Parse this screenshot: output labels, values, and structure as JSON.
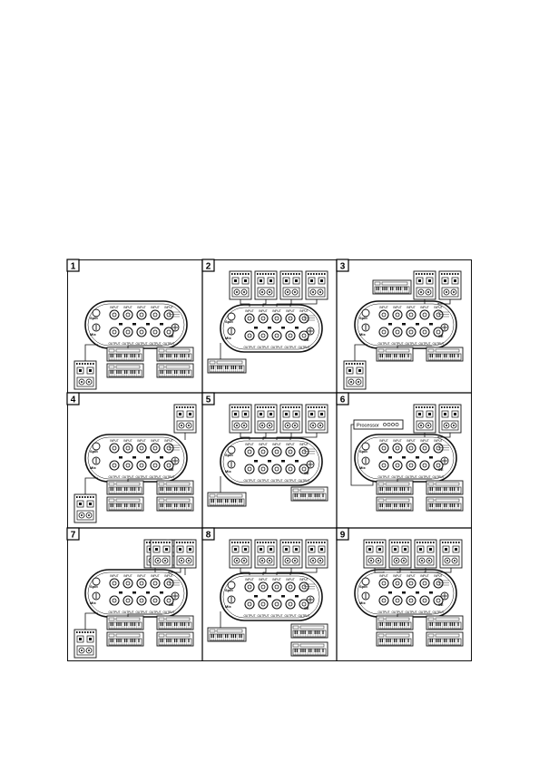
{
  "diagram": {
    "panels": [
      {
        "number": "1",
        "name": "panel-1"
      },
      {
        "number": "2",
        "name": "panel-2"
      },
      {
        "number": "3",
        "name": "panel-3"
      },
      {
        "number": "4",
        "name": "panel-4"
      },
      {
        "number": "5",
        "name": "panel-5"
      },
      {
        "number": "6",
        "name": "panel-6"
      },
      {
        "number": "7",
        "name": "panel-7"
      },
      {
        "number": "8",
        "name": "panel-8"
      },
      {
        "number": "9",
        "name": "panel-9"
      }
    ],
    "device": {
      "left_labels": [
        "Split",
        "Mix"
      ],
      "top_jack_labels": [
        "INPUT",
        "INPUT",
        "INPUT",
        "INPUT",
        "INPUT"
      ],
      "bottom_jack_labels": [
        "OUTPUT",
        "OUTPUT",
        "OUTPUT",
        "OUTPUT",
        "OUTPUT"
      ],
      "ce_mark": "CE"
    },
    "processor_label": "Processor"
  },
  "colors": {
    "line": "#111111",
    "paper": "#ffffff",
    "grid": "#000000"
  }
}
